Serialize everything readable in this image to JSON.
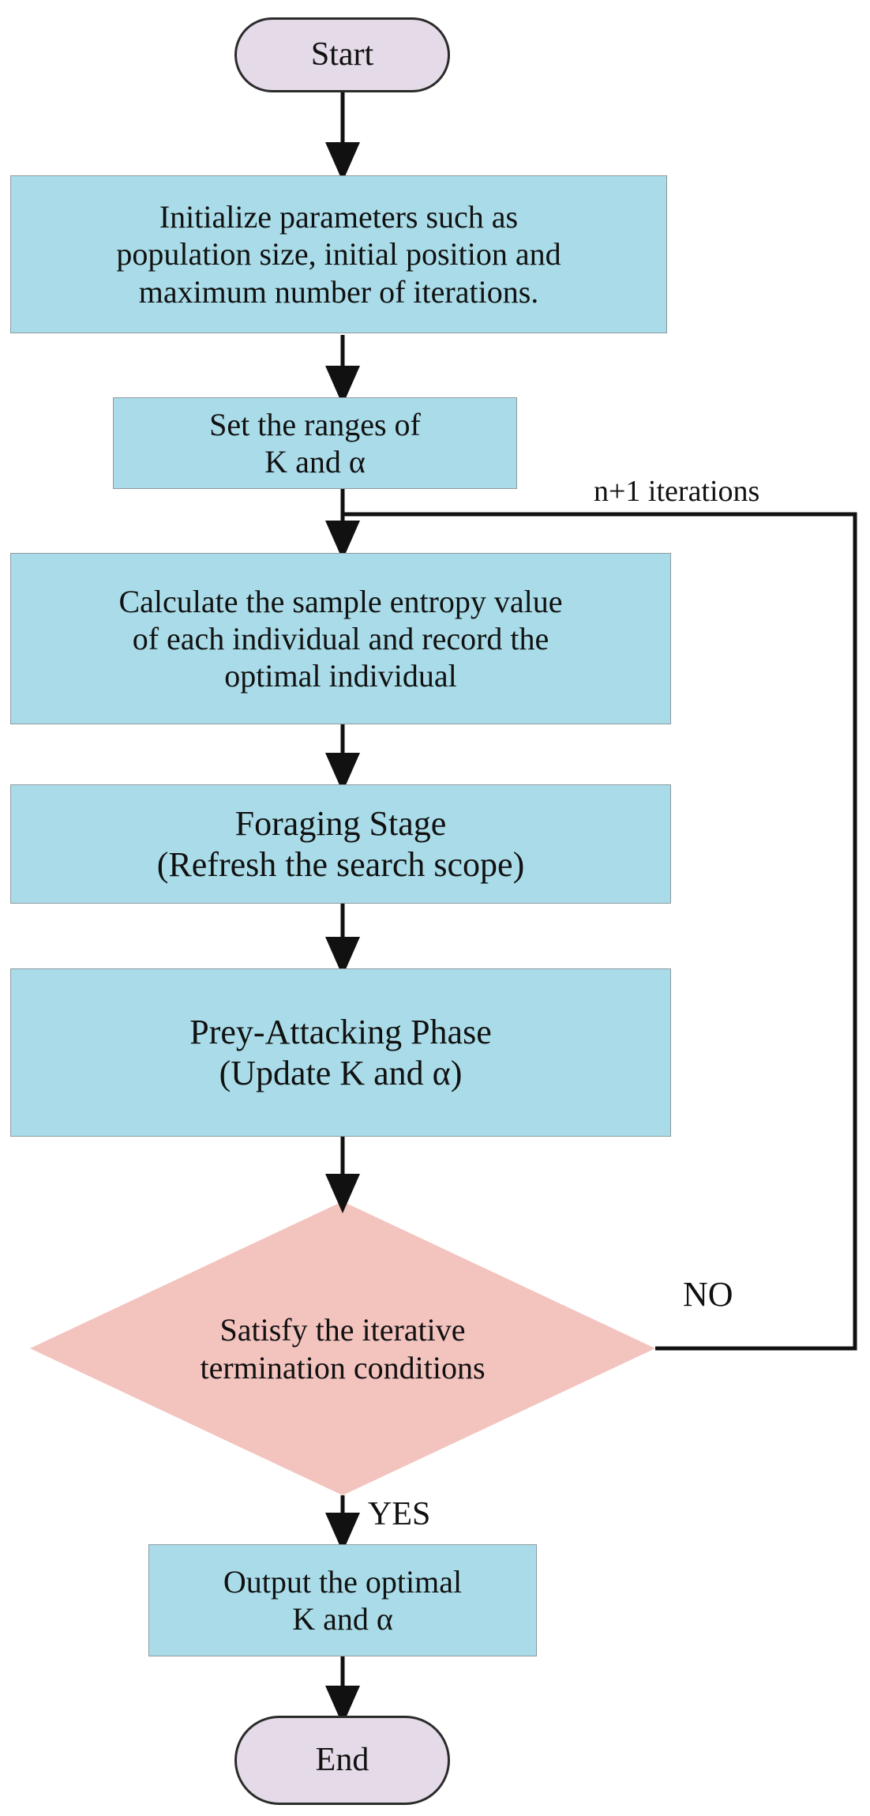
{
  "diagram": {
    "title": "Optimization algorithm flowchart for K and alpha",
    "type": "flowchart",
    "colors": {
      "terminator_fill": "#E5DAE7",
      "process_fill": "#A9DCE8",
      "decision_fill": "#F3C3BE",
      "stroke": "#2b2b2b",
      "text": "#111111",
      "background": "#ffffff"
    },
    "nodes": [
      {
        "id": "start",
        "shape": "terminator",
        "text": "Start"
      },
      {
        "id": "init",
        "shape": "process",
        "text": "Initialize parameters such as\npopulation size, initial position and\nmaximum number of iterations."
      },
      {
        "id": "ranges",
        "shape": "process",
        "text": "Set the ranges of\nK and α"
      },
      {
        "id": "entropy",
        "shape": "process",
        "text": "Calculate the sample entropy value\nof each individual and record the\noptimal individual"
      },
      {
        "id": "foraging",
        "shape": "process",
        "text": "Foraging Stage\n(Refresh the search scope)"
      },
      {
        "id": "attacking",
        "shape": "process",
        "text": "Prey-Attacking Phase\n(Update K and α)"
      },
      {
        "id": "decision",
        "shape": "decision",
        "text": "Satisfy the iterative\ntermination conditions"
      },
      {
        "id": "output",
        "shape": "process",
        "text": "Output the optimal\nK and α"
      },
      {
        "id": "end",
        "shape": "terminator",
        "text": "End"
      }
    ],
    "edges": [
      {
        "from": "start",
        "to": "init",
        "label": ""
      },
      {
        "from": "init",
        "to": "ranges",
        "label": ""
      },
      {
        "from": "ranges",
        "to": "entropy",
        "label": ""
      },
      {
        "from": "entropy",
        "to": "foraging",
        "label": ""
      },
      {
        "from": "foraging",
        "to": "attacking",
        "label": ""
      },
      {
        "from": "attacking",
        "to": "decision",
        "label": ""
      },
      {
        "from": "decision",
        "to": "output",
        "label": "YES"
      },
      {
        "from": "decision",
        "to": "ranges",
        "label": "NO"
      },
      {
        "from": "output",
        "to": "end",
        "label": ""
      }
    ],
    "edge_labels": {
      "iterations": "n+1 iterations",
      "no": "NO",
      "yes": "YES"
    }
  }
}
